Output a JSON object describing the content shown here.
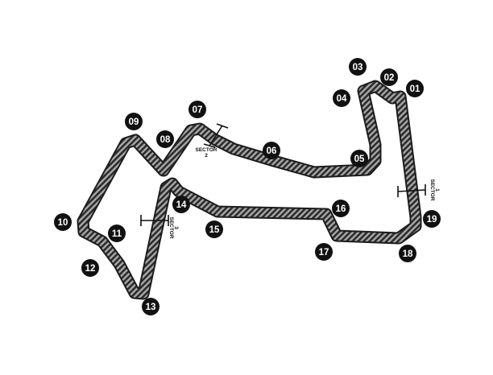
{
  "colors": {
    "track_outline": "#1c1c1c",
    "track_stripe_dark": "#2b2b2b",
    "track_stripe_light": "#a8a8a8",
    "marker_fill": "#111111",
    "marker_text": "#ffffff",
    "background": "#ffffff"
  },
  "turns": [
    {
      "label": "01"
    },
    {
      "label": "02"
    },
    {
      "label": "03"
    },
    {
      "label": "04"
    },
    {
      "label": "05"
    },
    {
      "label": "06"
    },
    {
      "label": "07"
    },
    {
      "label": "08"
    },
    {
      "label": "09"
    },
    {
      "label": "10"
    },
    {
      "label": "11"
    },
    {
      "label": "12"
    },
    {
      "label": "13"
    },
    {
      "label": "14"
    },
    {
      "label": "15"
    },
    {
      "label": "16"
    },
    {
      "label": "17"
    },
    {
      "label": "18"
    },
    {
      "label": "19"
    }
  ],
  "sectors": [
    {
      "line1": "SECTOR",
      "line2": "1"
    },
    {
      "line1": "SECTOR",
      "line2": "2"
    },
    {
      "line1": "SECTOR",
      "line2": "3"
    }
  ]
}
